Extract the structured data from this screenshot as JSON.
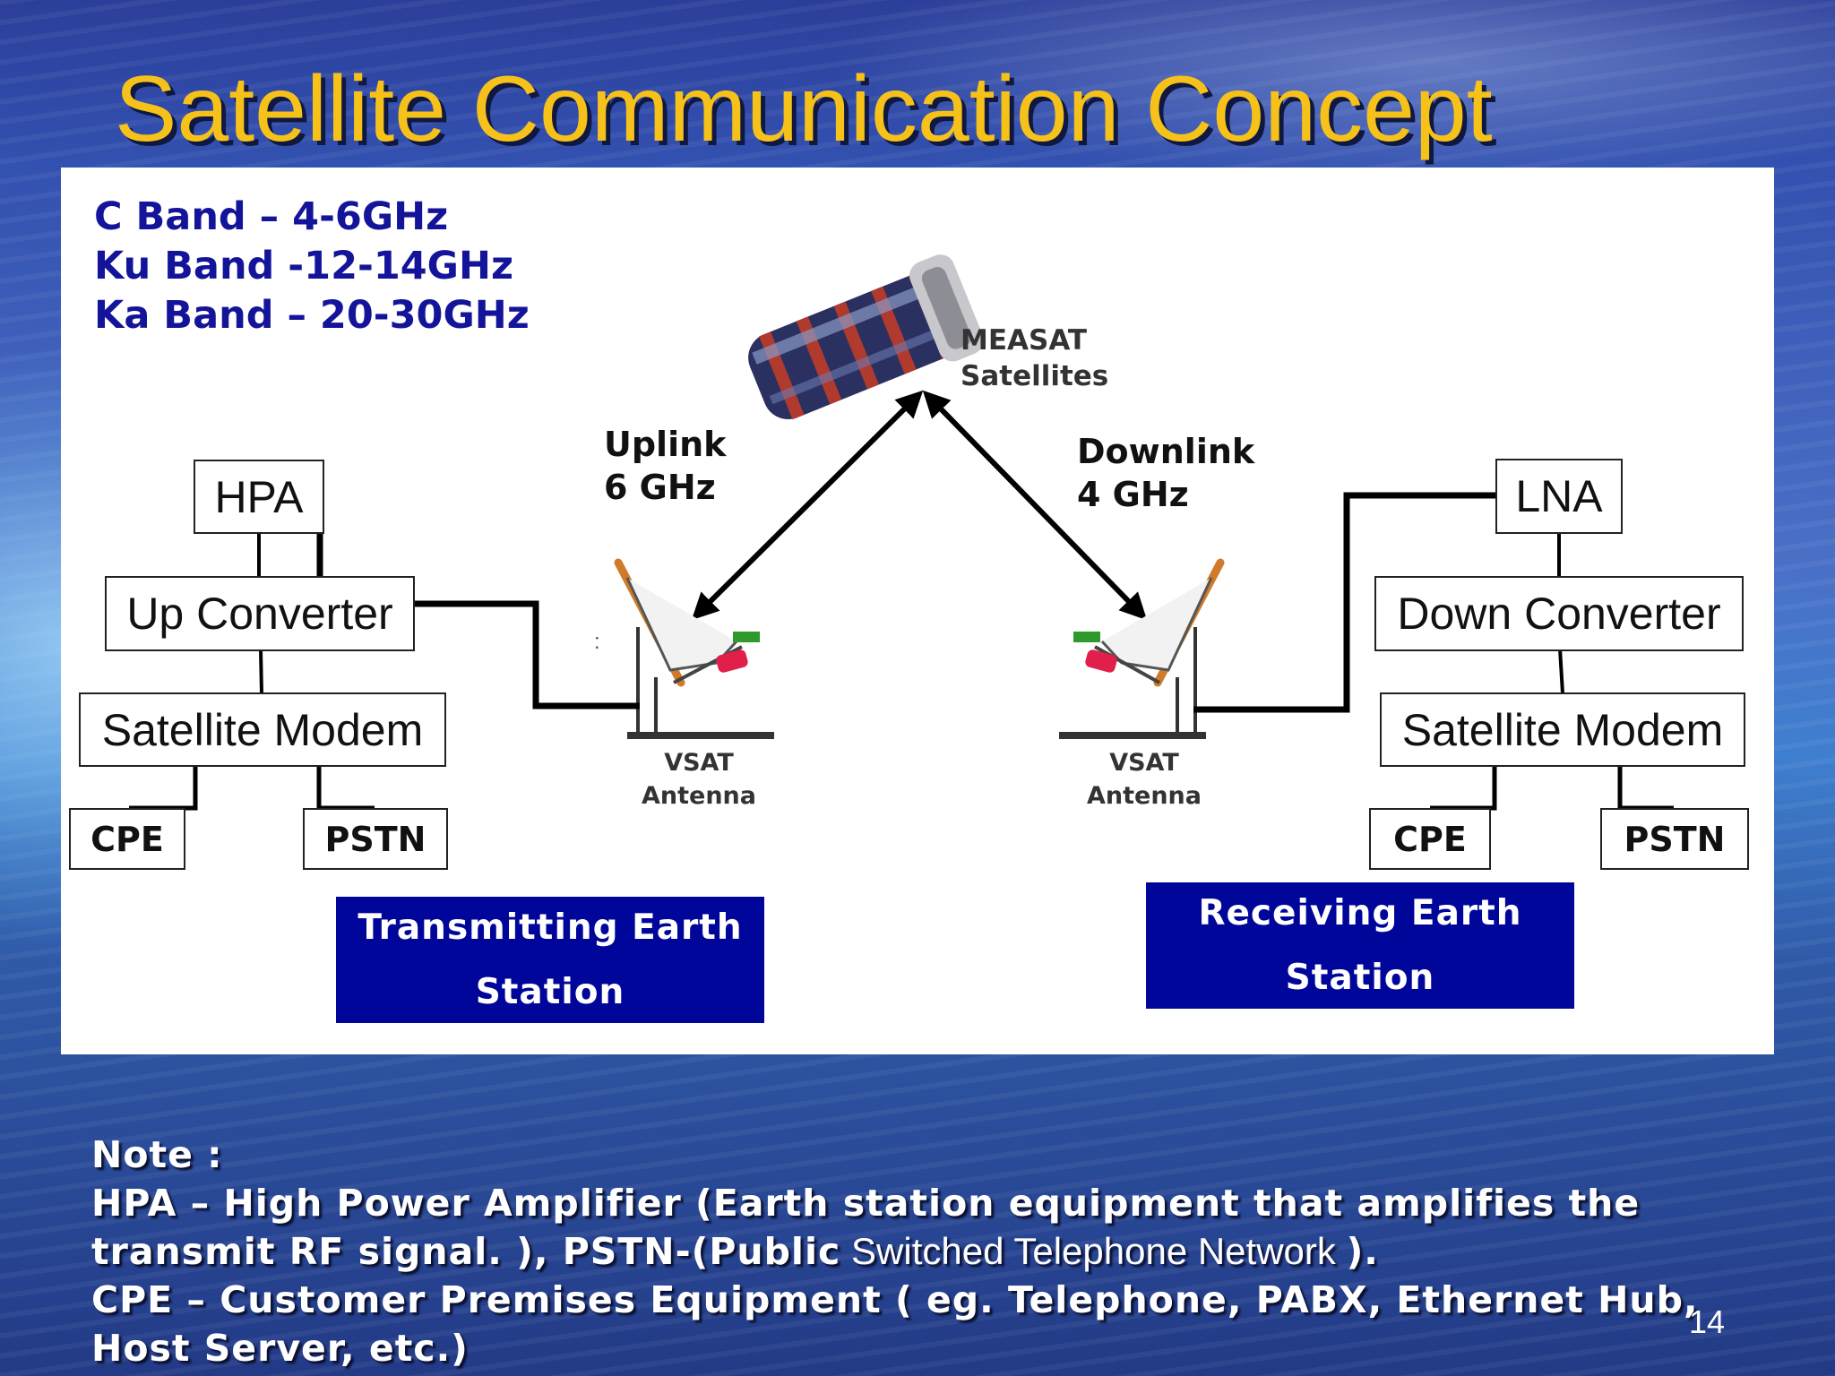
{
  "title": "Satellite Communication Concept",
  "bands": [
    "C Band – 4-6GHz",
    "Ku Band -12-14GHz",
    "Ka Band – 20-30GHz"
  ],
  "satellite": {
    "line1": "MEASAT",
    "line2": "Satellites"
  },
  "uplink": {
    "line1": "Uplink",
    "line2": "6 GHz"
  },
  "downlink": {
    "line1": "Downlink",
    "line2": "4 GHz"
  },
  "antenna": {
    "line1": "VSAT",
    "line2": "Antenna"
  },
  "left_station": {
    "hpa": "HPA",
    "converter": "Up Converter",
    "modem": "Satellite Modem",
    "cpe": "CPE",
    "pstn": "PSTN",
    "label_line1": "Transmitting Earth",
    "label_line2": "Station"
  },
  "right_station": {
    "lna": "LNA",
    "converter": "Down Converter",
    "modem": "Satellite Modem",
    "cpe": "CPE",
    "pstn": "PSTN",
    "label_line1": "Receiving Earth",
    "label_line2": "Station"
  },
  "stray_colon": ":",
  "note": {
    "heading": "Note :",
    "line1": "HPA – High Power Amplifier (Earth station equipment that amplifies the",
    "line2_bold": "transmit RF signal. ), PSTN-(Public",
    "line2_plain": " Switched Telephone Network ",
    "line2_end": ").",
    "line3": "CPE – Customer Premises Equipment ( eg. Telephone, PABX, Ethernet Hub,",
    "line4": "Host Server, etc.)"
  },
  "page_number": "14",
  "colors": {
    "title": "#f6c21a",
    "band_text": "#14149a",
    "station_fill": "#00069a",
    "panel": "#ffffff"
  }
}
